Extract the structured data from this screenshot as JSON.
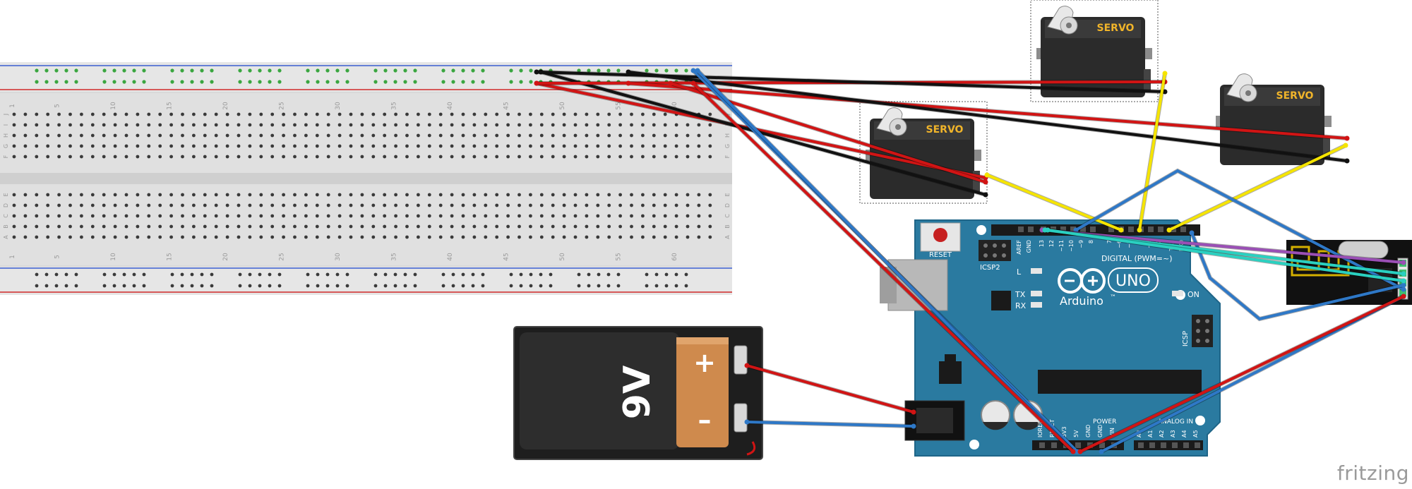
{
  "breadboard": {
    "column_labels": [
      "1",
      "5",
      "10",
      "15",
      "20",
      "25",
      "30",
      "35",
      "40",
      "45",
      "50",
      "55",
      "60"
    ],
    "row_labels_top": [
      "J",
      "I",
      "H",
      "G",
      "F"
    ],
    "row_labels_bottom": [
      "E",
      "D",
      "C",
      "B",
      "A"
    ]
  },
  "servos": [
    {
      "label": "SERVO"
    },
    {
      "label": "SERVO"
    },
    {
      "label": "SERVO"
    }
  ],
  "battery": {
    "voltage_label": "9V",
    "plus_label": "+",
    "minus_label": "–"
  },
  "arduino": {
    "reset_label": "RESET",
    "icsp2_label": "ICSP2",
    "icsp_label": "ICSP",
    "l_label": "L",
    "tx_label": "TX",
    "rx_label": "RX",
    "on_label": "ON",
    "logo_label": "Arduino",
    "tm_label": "™",
    "uno_label": "UNO",
    "digital_label": "DIGITAL (PWM=~)",
    "power_label": "POWER",
    "analog_label": "ANALOG IN",
    "top_pins": [
      "AREF",
      "GND",
      "13",
      "12",
      "~11",
      "~10",
      "~9",
      "8",
      "7",
      "~6",
      "~5",
      "4",
      "~3",
      "2",
      "TX1",
      "RX0"
    ],
    "power_pins": [
      "IOREF",
      "RESET",
      "3V3",
      "5V",
      "GND",
      "GND",
      "VIN"
    ],
    "analog_pins": [
      "A0",
      "A1",
      "A2",
      "A3",
      "A4",
      "A5"
    ]
  },
  "brand": "fritzing",
  "colors": {
    "board_teal": "#2a7aa0",
    "wire_red": "#d11414",
    "wire_black": "#111111",
    "wire_blue": "#2e78c7",
    "wire_yellow": "#f5e400",
    "wire_purple": "#9a4fb5",
    "wire_cyan": "#2ad0c0",
    "servo_label": "#f0b42a",
    "battery_orange": "#cf8a4d"
  }
}
